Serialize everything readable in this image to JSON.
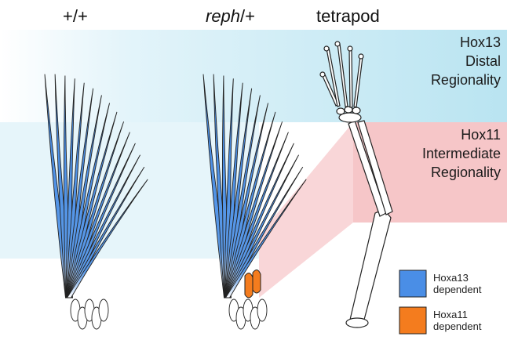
{
  "columns": {
    "wildtype": "+/+",
    "mutant_italic": "reph",
    "mutant_rest": "/+",
    "tetrapod": "tetrapod"
  },
  "regions": {
    "hox13": {
      "line1": "Hox13",
      "line2": "Distal",
      "line3": "Regionality",
      "color": "#bfe6f2"
    },
    "hox11": {
      "line1": "Hox11",
      "line2": "Intermediate",
      "line3": "Regionality",
      "color": "#f6c6c8"
    }
  },
  "legend": [
    {
      "label_line1": "Hoxa13",
      "label_line2": "dependent",
      "color": "#4a8ee6"
    },
    {
      "label_line1": "Hoxa11",
      "label_line2": "dependent",
      "color": "#f47c1e"
    }
  ]
}
